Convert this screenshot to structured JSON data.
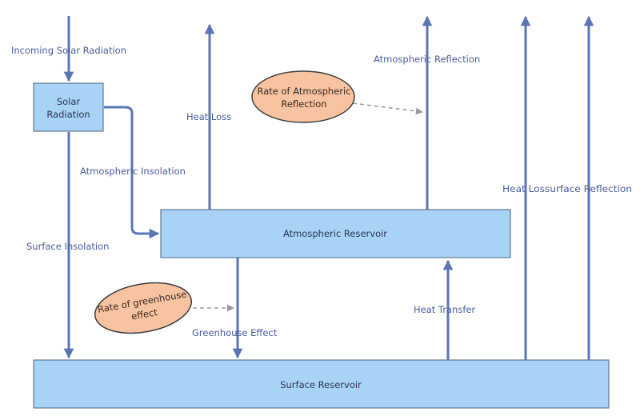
{
  "colors": {
    "arrow": "#5b75b4",
    "box_fill": "#a8d3f7",
    "box_stroke": "#4a607f",
    "oval_fill": "#f8c3a1",
    "oval_stroke": "#3d3d3d",
    "dashed": "#9a9a9a",
    "label": "#4a5d99"
  },
  "boxes": {
    "solar_radiation": [
      "Solar",
      "Radiation"
    ],
    "atmospheric_reservoir": "Atmospheric Reservoir",
    "surface_reservoir": "Surface Reservoir"
  },
  "ovals": {
    "rate_atmospheric_reflection": [
      "Rate of Atmospheric",
      "Reflection"
    ],
    "rate_greenhouse_effect": [
      "Rate of greenhouse",
      "effect"
    ]
  },
  "flows": {
    "incoming_solar_radiation": "Incoming Solar Radiation",
    "atmospheric_insolation": "Atmospheric Insolation",
    "surface_insolation": "Surface Insolation",
    "heat_loss": "Heat Loss",
    "atmospheric_reflection": "Atmospheric Reflection",
    "greenhouse_effect": "Greenhouse Effect",
    "heat_transfer": "Heat Transfer",
    "heat_loss_surface_reflection": "Heat Lossurface Reflection"
  }
}
